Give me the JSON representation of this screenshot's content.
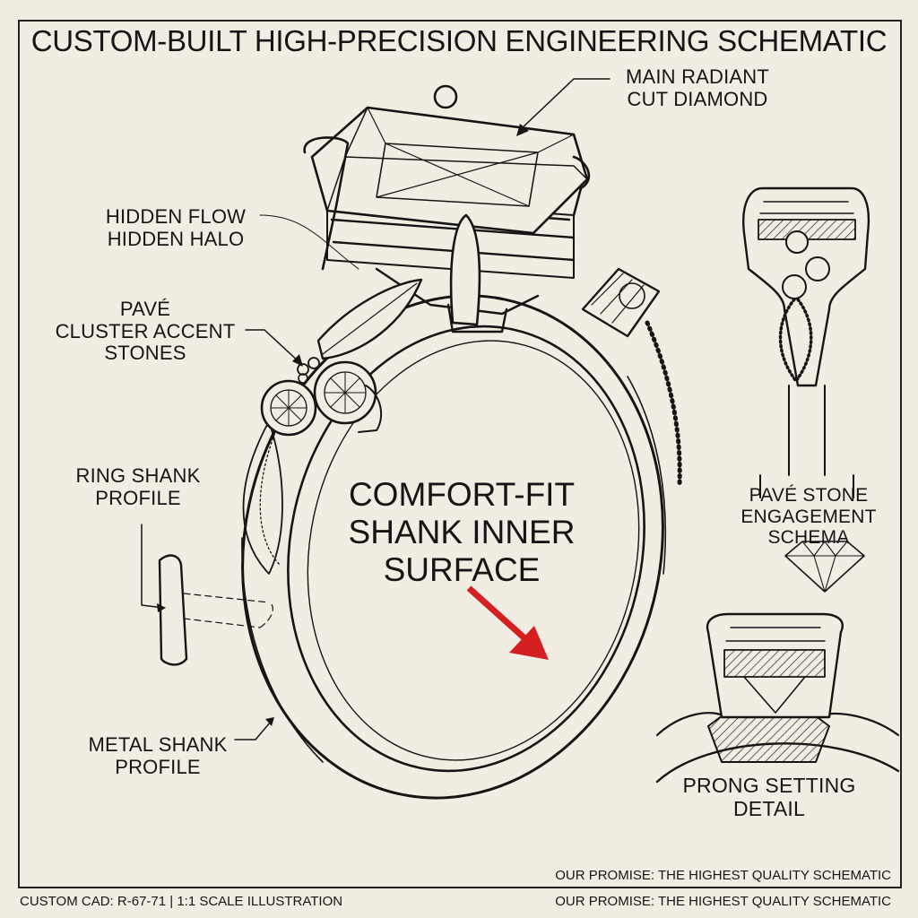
{
  "title": "CUSTOM-BUILT HIGH-PRECISION ENGINEERING SCHEMATIC",
  "labels": {
    "main_diamond": "MAIN RADIANT\nCUT DIAMOND",
    "hidden_halo": "HIDDEN FLOW\nHIDDEN HALO",
    "pave_cluster": "PAVÉ\nCLUSTER ACCENT\nSTONES",
    "ring_shank": "RING SHANK\nPROFILE",
    "metal_shank": "METAL SHANK\nPROFILE",
    "comfort_fit": "COMFORT-FIT\nSHANK INNER\nSURFACE",
    "pave_engagement": "PAVÉ STONE\nENGAGEMENT\nSCHEMA",
    "prong_detail": "PRONG SETTING\nDETAIL"
  },
  "footer": {
    "promise_upper": "OUR PROMISE: THE HIGHEST QUALITY SCHEMATIC",
    "promise_lower": "OUR PROMISE: THE HIGHEST QUALITY SCHEMATIC",
    "cad_ref": "CUSTOM CAD: R-67-71 | 1:1 SCALE ILLUSTRATION"
  },
  "colors": {
    "paper": "#f1ede2",
    "ink": "#151515",
    "arrow": "#d42020"
  }
}
